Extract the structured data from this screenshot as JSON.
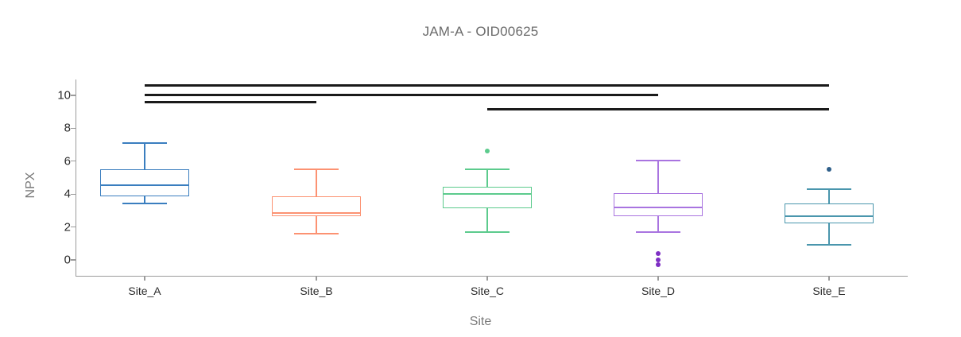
{
  "chart_data": {
    "type": "box",
    "title": "JAM-A - OID00625",
    "xlabel": "Site",
    "ylabel": "NPX",
    "categories": [
      "Site_A",
      "Site_B",
      "Site_C",
      "Site_D",
      "Site_E"
    ],
    "y_ticks": [
      0,
      2,
      4,
      6,
      8,
      10
    ],
    "y_tick_labels": [
      "0",
      "2",
      "4",
      "6",
      "8",
      "10"
    ],
    "ylim": [
      -1.1,
      11.0
    ],
    "grid": false,
    "legend": "none",
    "boxes": [
      {
        "category": "Site_A",
        "color": "#3a7ebf",
        "min": 3.45,
        "q1": 3.85,
        "median": 4.55,
        "q3": 5.5,
        "max": 7.1,
        "outliers": []
      },
      {
        "category": "Site_B",
        "color": "#fc9272",
        "min": 1.6,
        "q1": 2.65,
        "median": 2.85,
        "q3": 3.85,
        "max": 5.5,
        "outliers": []
      },
      {
        "category": "Site_C",
        "color": "#5ccb8d",
        "min": 1.7,
        "q1": 3.15,
        "median": 4.0,
        "q3": 4.45,
        "max": 5.5,
        "outliers": [
          6.6
        ]
      },
      {
        "category": "Site_D",
        "color": "#a974e0",
        "outlier_color": "#7e2fc4",
        "min": 1.7,
        "q1": 2.65,
        "median": 3.2,
        "q3": 4.05,
        "max": 6.05,
        "outliers": [
          0.4,
          0.0,
          -0.3
        ]
      },
      {
        "category": "Site_E",
        "color": "#4a96ad",
        "outlier_color": "#2f5f8a",
        "min": 0.9,
        "q1": 2.2,
        "median": 2.65,
        "q3": 3.45,
        "max": 4.3,
        "outliers": [
          5.5
        ]
      }
    ],
    "significance_bars": [
      {
        "from": "Site_A",
        "to": "Site_E",
        "level": 1,
        "color": "#1a1a1a"
      },
      {
        "from": "Site_A",
        "to": "Site_D",
        "level": 2,
        "color": "#1a1a1a"
      },
      {
        "from": "Site_A",
        "to": "Site_B",
        "level": 3,
        "color": "#1a1a1a"
      },
      {
        "from": "Site_C",
        "to": "Site_E",
        "level": 4,
        "color": "#1a1a1a"
      }
    ]
  }
}
